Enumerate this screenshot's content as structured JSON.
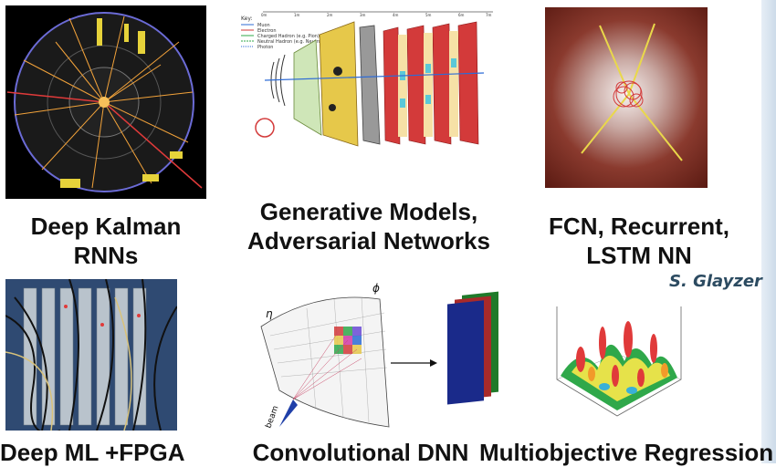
{
  "panels": [
    {
      "caption_lines": [
        "Deep Kalman",
        "RNNs"
      ]
    },
    {
      "caption_lines": [
        "Generative Models,",
        "Adversarial Networks"
      ]
    },
    {
      "caption_lines": [
        "FCN, Recurrent,",
        "LSTM NN"
      ]
    },
    {
      "caption_lines": [
        "Deep ML +FPGA"
      ]
    },
    {
      "caption_lines": [
        "Convolutional DNN"
      ]
    },
    {
      "caption_lines": [
        "Multiobjective Regression"
      ]
    }
  ],
  "credit": "S. Glayzer",
  "detector_legend": {
    "key_label": "Key:",
    "items": [
      "Muon",
      "Electron",
      "Charged Hadron (e.g. Pion)",
      "Neutral Hadron (e.g. Neutron)",
      "Photon"
    ],
    "scale_ticks": [
      "0m",
      "1m",
      "2m",
      "3m",
      "4m",
      "5m",
      "6m",
      "7m"
    ]
  },
  "calorimeter_labels": {
    "eta": "η",
    "phi": "ϕ",
    "beam": "beam"
  },
  "colors": {
    "accent_dark": "#111111",
    "credit": "#2c4b61",
    "detector_yellow": "#e6c84a",
    "detector_red": "#d33a3a",
    "lstm_bg": "#5a1a12"
  }
}
